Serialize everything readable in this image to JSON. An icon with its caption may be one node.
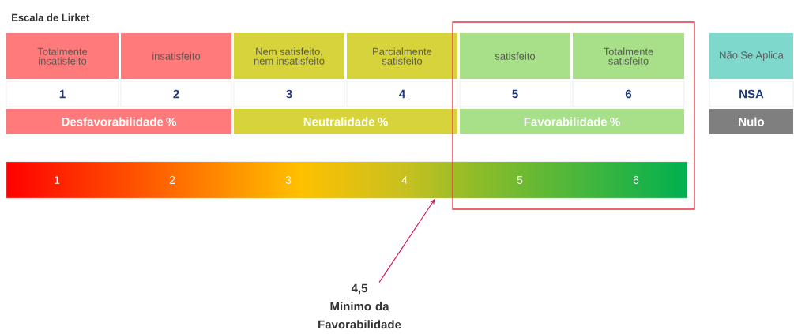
{
  "diagram": {
    "title": "Escala de Lirket",
    "nodes": [
      {
        "text": [
          "Totalmente insatisfeito"
        ]
      },
      {
        "text": [
          "insatisfeito"
        ]
      },
      {
        "text": [
          "Nem satisfeito, nem insatisfeito"
        ]
      },
      {
        "text": [
          "Parcialmente satisfeito"
        ]
      },
      {
        "text": [
          "satisfeito"
        ],
        "in": 18
      },
      {
        "text": [
          "Totalmente satisfeito"
        ],
        "in": 18
      },
      {
        "text": [
          "Não Se Aplica"
        ]
      },
      {
        "text": [
          "1"
        ]
      },
      {
        "text": [
          "2"
        ]
      },
      {
        "text": [
          "3"
        ]
      },
      {
        "text": [
          "4"
        ]
      },
      {
        "text": [
          "5"
        ],
        "in": 18
      },
      {
        "text": [
          "6"
        ],
        "in": 18
      },
      {
        "text": [
          "NSA"
        ]
      },
      {
        "text": [
          "Desfavorabilidade %"
        ]
      },
      {
        "text": [
          "Neutralidade %"
        ]
      },
      {
        "text": [
          "Favorabilidade %"
        ],
        "in": 18
      },
      {
        "text": [
          "Nulo"
        ]
      },
      {
        "text": [],
        "shape": "box"
      },
      {
        "text": [
          "1",
          "2",
          "3",
          "4",
          "5",
          "6"
        ]
      },
      {
        "text": [
          "4,5",
          "Mínimo da Favorabilidade"
        ]
      }
    ],
    "edges": [
      {
        "from": 20,
        "to": 19,
        "arrow": "to",
        "color": "#d81b60"
      }
    ]
  }
}
